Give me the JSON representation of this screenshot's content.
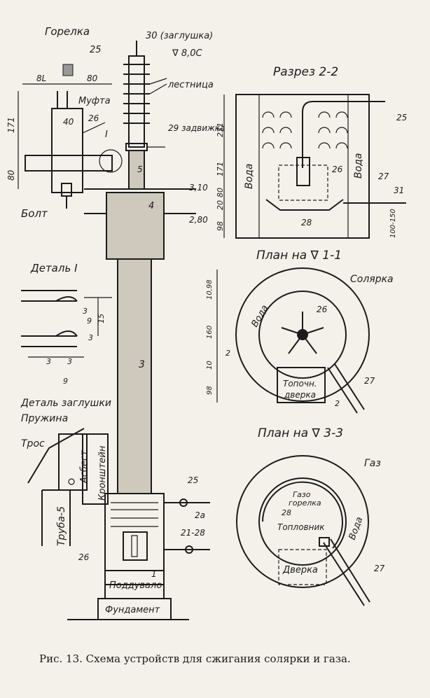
{
  "labels": {
    "gorelka": "Горелка",
    "plug_30": "30 (заглушка)",
    "level_8": "∇ 8,0С",
    "dim_25_top": "25",
    "dim_8": "8L",
    "dim_80_top": "80",
    "mufta": "Муфта",
    "dim_40": "40",
    "dim_26_burner": "26",
    "roman_1": "I",
    "dim_171": "171",
    "dim_80_side": "80",
    "lestnica": "лестница",
    "zadvizhka": "29 задвижка",
    "n5": "5",
    "bolt": "Болт",
    "n4": "4",
    "level_310": "3,10",
    "level_280": "2,80",
    "detal_1": "Деталь I",
    "d3a": "3",
    "d9a": "9",
    "d15": "15",
    "d3b": "3",
    "d3c": "3",
    "d3d": "3",
    "d9b": "9",
    "detal_zaglushki": "Деталь заглушки",
    "pruzhina": "Пружина",
    "tros": "Трос",
    "asbest": "Асбест",
    "kronshtein": "Кронштейн",
    "truba5": "Труба-5",
    "n3": "3",
    "n25b": "25",
    "n2a": "2а",
    "n2128": "21-28",
    "n26b": "26",
    "n1": "1",
    "poduvalo": "Поддувало",
    "fundament": "Фундамент",
    "razrez": "Разрез 2-2",
    "r231": "231",
    "r171": "171",
    "r80": "80",
    "r20": "20",
    "r98": "98",
    "voda_l": "Вода",
    "voda_r": "Вода",
    "r25": "25",
    "r26": "26",
    "r27": "27",
    "r31": "31",
    "r100": "100-150",
    "r28": "28",
    "plan11": "План на ∇ 1-1",
    "solyarka": "Солярка",
    "p1098": "10,98",
    "p160": "160",
    "p10": "10",
    "p98": "98",
    "p2": "2",
    "voda_p": "Вода",
    "p26": "26",
    "topochn": "Топочн.",
    "dverka1": "дверка",
    "p27": "27",
    "p2b": "2",
    "plan33": "План на ∇ 3-3",
    "gaz": "Газ",
    "gazgorelka1": "Газо",
    "gazgorelka2": "горелка",
    "p28": "28",
    "toplovnik": "Топловник",
    "voda_g": "Вода",
    "dverka2": "Дверка",
    "p27b": "27",
    "caption": "Рис. 13. Схема устройств для сжигания солярки и газа."
  }
}
